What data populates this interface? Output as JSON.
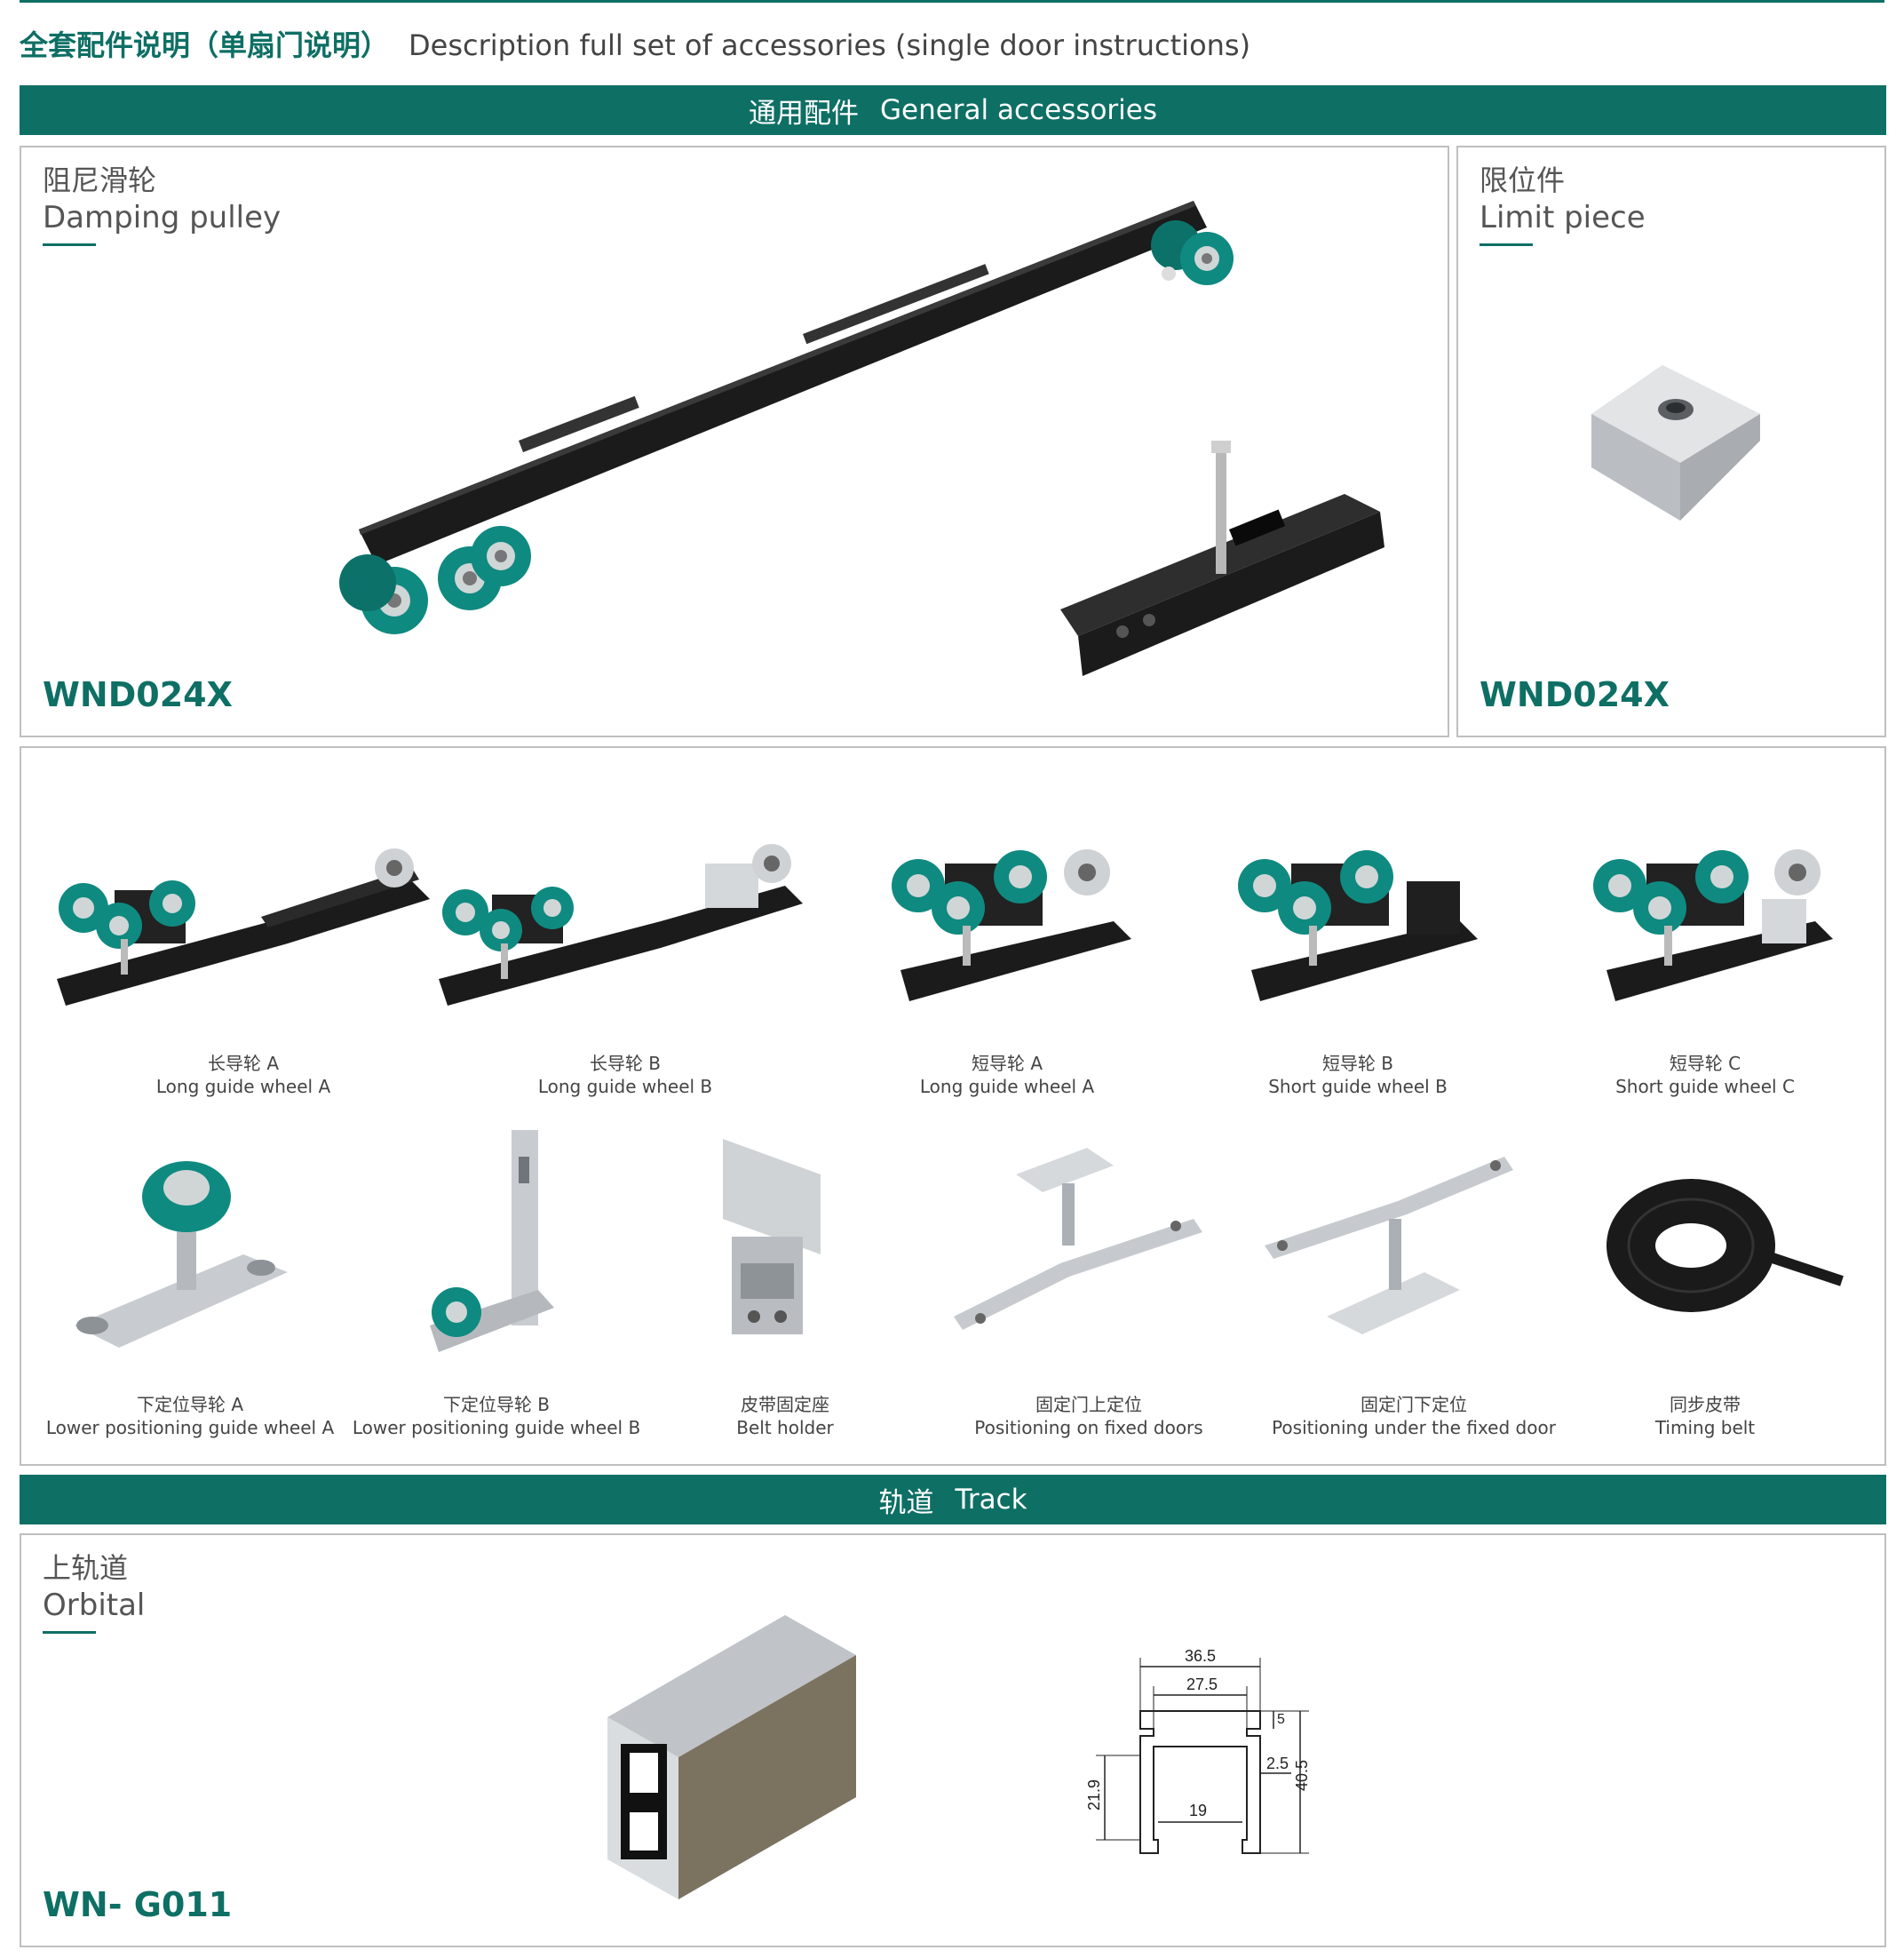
{
  "header": {
    "title_cn": "全套配件说明（单扇门说明）",
    "title_en": "Description full set of accessories (single door instructions)"
  },
  "section_general": {
    "cn": "通用配件",
    "en": "General accessories"
  },
  "damping": {
    "cn": "阻尼滑轮",
    "en": "Damping pulley",
    "code": "WND024X"
  },
  "limit": {
    "cn": "限位件",
    "en": "Limit piece",
    "code": "WND024X"
  },
  "accessories": [
    {
      "cn": "长导轮 A",
      "en": "Long guide wheel A"
    },
    {
      "cn": "长导轮 B",
      "en": "Long guide wheel B"
    },
    {
      "cn": "短导轮 A",
      "en": "Long guide wheel A"
    },
    {
      "cn": "短导轮 B",
      "en": "Short guide wheel B"
    },
    {
      "cn": "短导轮 C",
      "en": "Short guide wheel C"
    },
    {
      "cn": "下定位导轮 A",
      "en": "Lower positioning guide wheel A"
    },
    {
      "cn": "下定位导轮 B",
      "en": "Lower positioning guide wheel B"
    },
    {
      "cn": "皮带固定座",
      "en": "Belt holder"
    },
    {
      "cn": "固定门上定位",
      "en": "Positioning on fixed doors"
    },
    {
      "cn": "固定门下定位",
      "en": "Positioning under the fixed door"
    },
    {
      "cn": "同步皮带",
      "en": "Timing belt"
    }
  ],
  "section_track": {
    "cn": "轨道",
    "en": "Track"
  },
  "track": {
    "cn": "上轨道",
    "en": "Orbital",
    "code": "WN- G011",
    "dimensions": {
      "outer_width": "36.5",
      "inner_width": "27.5",
      "top": "5",
      "lip": "2.5",
      "height": "40.5",
      "inner_height": "21.9",
      "bottom_gap": "19"
    }
  },
  "colors": {
    "brand": "#0e6f64",
    "wheel": "#0f8a80"
  }
}
